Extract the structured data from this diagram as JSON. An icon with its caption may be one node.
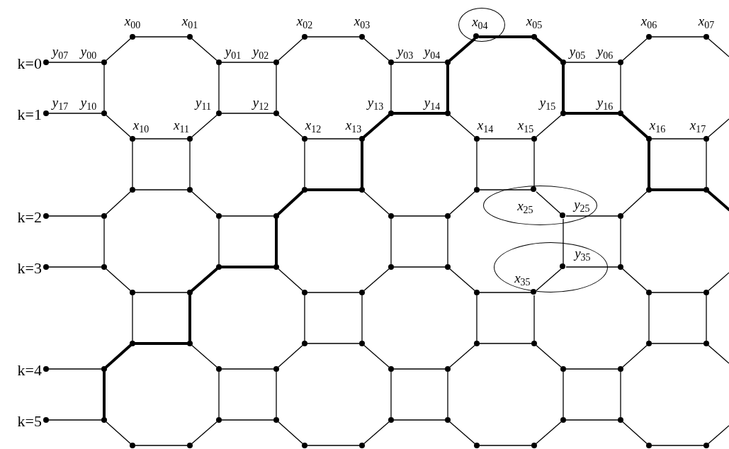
{
  "diagram": {
    "nodes": [
      {
        "text": [
          "*x*$_{00}$"
        ]
      },
      {
        "text": [
          "*x*$_{01}$"
        ]
      },
      {
        "text": [
          "*x*$_{02}$"
        ]
      },
      {
        "text": [
          "*x*$_{03}$"
        ]
      },
      {
        "text": [
          "*x*$_{04}$"
        ]
      },
      {
        "text": [],
        "shape": "circle",
        "in": 4
      },
      {
        "text": [
          "*x*$_{05}$"
        ]
      },
      {
        "text": [
          "*x*$_{06}$"
        ]
      },
      {
        "text": [
          "*x*$_{07}$"
        ]
      },
      {
        "text": [
          "*y*$_{07}$"
        ],
        "beside": [
          "k=0"
        ]
      },
      {
        "text": [
          "*y*$_{00}$"
        ]
      },
      {
        "text": [
          "*y*$_{01}$"
        ]
      },
      {
        "text": [
          "*y*$_{02}$"
        ]
      },
      {
        "text": [
          "*y*$_{03}$"
        ]
      },
      {
        "text": [
          "*y*$_{04}$"
        ]
      },
      {
        "text": [
          "*y*$_{05}$"
        ]
      },
      {
        "text": [
          "*y*$_{06}$"
        ]
      },
      {
        "text": [
          "*y*$_{17}$"
        ],
        "beside": [
          "k=1"
        ]
      },
      {
        "text": [
          "*y*$_{10}$"
        ]
      },
      {
        "text": [
          "*y*$_{11}$"
        ]
      },
      {
        "text": [
          "*y*$_{12}$"
        ]
      },
      {
        "text": [
          "*y*$_{13}$"
        ]
      },
      {
        "text": [
          "*y*$_{14}$"
        ]
      },
      {
        "text": [
          "*y*$_{15}$"
        ]
      },
      {
        "text": [
          "*y*$_{16}$"
        ]
      },
      {
        "text": [
          "*x*$_{10}$"
        ]
      },
      {
        "text": [
          "*x*$_{11}$"
        ]
      },
      {
        "text": [
          "*x*$_{12}$"
        ]
      },
      {
        "text": [
          "*x*$_{13}$"
        ]
      },
      {
        "text": [
          "*x*$_{14}$"
        ]
      },
      {
        "text": [
          "*x*$_{15}$"
        ]
      },
      {
        "text": [
          "*x*$_{16}$"
        ]
      },
      {
        "text": [
          "*x*$_{17}$"
        ]
      },
      {
        "text": [],
        "shape": "circle"
      },
      {
        "text": [],
        "shape": "circle"
      },
      {
        "text": [],
        "shape": "circle"
      },
      {
        "text": [],
        "shape": "circle"
      },
      {
        "text": [],
        "shape": "circle"
      },
      {
        "text": [
          "*x*$_{25}$",
          "*y*$_{25}$"
        ]
      },
      {
        "text": [],
        "shape": "circle",
        "in": 38
      },
      {
        "text": [],
        "shape": "circle"
      },
      {
        "text": [],
        "shape": "circle"
      },
      {
        "text": [],
        "shape": "circle",
        "beside": [
          "k=2"
        ]
      },
      {
        "text": [],
        "shape": "circle"
      },
      {
        "text": [],
        "shape": "circle"
      },
      {
        "text": [],
        "shape": "circle"
      },
      {
        "text": [],
        "shape": "circle"
      },
      {
        "text": [],
        "shape": "circle"
      },
      {
        "text": [],
        "shape": "circle",
        "in": 38
      },
      {
        "text": [],
        "shape": "circle"
      },
      {
        "text": [],
        "shape": "circle",
        "beside": [
          "k=3"
        ]
      },
      {
        "text": [],
        "shape": "circle"
      },
      {
        "text": [],
        "shape": "circle"
      },
      {
        "text": [],
        "shape": "circle"
      },
      {
        "text": [],
        "shape": "circle"
      },
      {
        "text": [],
        "shape": "circle"
      },
      {
        "text": [
          "*y*$_{35}$",
          "*x*$_{35}$"
        ]
      },
      {
        "text": [],
        "shape": "circle",
        "in": 56
      },
      {
        "text": [],
        "shape": "circle"
      },
      {
        "text": [],
        "shape": "circle"
      },
      {
        "text": [],
        "shape": "circle"
      },
      {
        "text": [],
        "shape": "circle"
      },
      {
        "text": [],
        "shape": "circle"
      },
      {
        "text": [],
        "shape": "circle"
      },
      {
        "text": [],
        "shape": "circle",
        "in": 56
      },
      {
        "text": [],
        "shape": "circle"
      },
      {
        "text": [],
        "shape": "circle"
      },
      {
        "text": [],
        "shape": "circle"
      },
      {
        "text": [],
        "shape": "circle"
      },
      {
        "text": [],
        "shape": "circle"
      },
      {
        "text": [],
        "shape": "circle"
      },
      {
        "text": [],
        "shape": "circle"
      },
      {
        "text": [],
        "shape": "circle"
      },
      {
        "text": [],
        "shape": "circle"
      },
      {
        "text": [],
        "shape": "circle"
      },
      {
        "text": [],
        "shape": "circle",
        "beside": [
          "k=4"
        ]
      },
      {
        "text": [],
        "shape": "circle"
      },
      {
        "text": [],
        "shape": "circle"
      },
      {
        "text": [],
        "shape": "circle"
      },
      {
        "text": [],
        "shape": "circle"
      },
      {
        "text": [],
        "shape": "circle"
      },
      {
        "text": [],
        "shape": "circle"
      },
      {
        "text": [],
        "shape": "circle"
      },
      {
        "text": [],
        "shape": "circle",
        "beside": [
          "k=5"
        ]
      },
      {
        "text": [],
        "shape": "circle"
      },
      {
        "text": [],
        "shape": "circle"
      },
      {
        "text": [],
        "shape": "circle"
      },
      {
        "text": [],
        "shape": "circle"
      },
      {
        "text": [],
        "shape": "circle"
      },
      {
        "text": [],
        "shape": "circle"
      },
      {
        "text": [],
        "shape": "circle"
      },
      {
        "text": [],
        "shape": "circle"
      },
      {
        "text": [],
        "shape": "circle"
      },
      {
        "text": [],
        "shape": "circle"
      },
      {
        "text": [],
        "shape": "circle"
      },
      {
        "text": [],
        "shape": "circle"
      },
      {
        "text": [],
        "shape": "circle"
      },
      {
        "text": [],
        "shape": "circle"
      },
      {
        "text": [],
        "shape": "circle"
      }
    ],
    "edges": [
      {
        "from": 0,
        "to": 1,
        "arrow": "none"
      },
      {
        "from": 2,
        "to": 3,
        "arrow": "none"
      },
      {
        "from": 5,
        "to": 6,
        "arrow": "none",
        "style": "thick"
      },
      {
        "from": 7,
        "to": 8,
        "arrow": "none"
      },
      {
        "from": 25,
        "to": 26,
        "arrow": "none"
      },
      {
        "from": 27,
        "to": 28,
        "arrow": "none"
      },
      {
        "from": 29,
        "to": 30,
        "arrow": "none"
      },
      {
        "from": 31,
        "to": 32,
        "arrow": "none"
      },
      {
        "from": 33,
        "to": 34,
        "arrow": "none"
      },
      {
        "from": 35,
        "to": 36,
        "arrow": "none",
        "style": "thick"
      },
      {
        "from": 37,
        "to": 39,
        "arrow": "none"
      },
      {
        "from": 40,
        "to": 41,
        "arrow": "none",
        "style": "thick"
      },
      {
        "from": 59,
        "to": 60,
        "arrow": "none"
      },
      {
        "from": 61,
        "to": 62,
        "arrow": "none"
      },
      {
        "from": 63,
        "to": 64,
        "arrow": "none"
      },
      {
        "from": 65,
        "to": 66,
        "arrow": "none"
      },
      {
        "from": 67,
        "to": 68,
        "arrow": "none",
        "style": "thick"
      },
      {
        "from": 69,
        "to": 70,
        "arrow": "none"
      },
      {
        "from": 71,
        "to": 72,
        "arrow": "none"
      },
      {
        "from": 73,
        "to": 74,
        "arrow": "none"
      },
      {
        "from": 91,
        "to": 92,
        "arrow": "none"
      },
      {
        "from": 93,
        "to": 94,
        "arrow": "none"
      },
      {
        "from": 95,
        "to": 96,
        "arrow": "none"
      },
      {
        "from": 97,
        "to": 98,
        "arrow": "none"
      },
      {
        "from": 9,
        "to": 10,
        "arrow": "none"
      },
      {
        "from": 11,
        "to": 12,
        "arrow": "none"
      },
      {
        "from": 13,
        "to": 14,
        "arrow": "none"
      },
      {
        "from": 15,
        "to": 16,
        "arrow": "none"
      },
      {
        "from": 17,
        "to": 18,
        "arrow": "none"
      },
      {
        "from": 19,
        "to": 20,
        "arrow": "none"
      },
      {
        "from": 21,
        "to": 22,
        "arrow": "none",
        "style": "thick"
      },
      {
        "from": 23,
        "to": 24,
        "arrow": "none",
        "style": "thick"
      },
      {
        "from": 42,
        "to": 43,
        "arrow": "none"
      },
      {
        "from": 44,
        "to": 45,
        "arrow": "none"
      },
      {
        "from": 46,
        "to": 47,
        "arrow": "none"
      },
      {
        "from": 48,
        "to": 49,
        "arrow": "none"
      },
      {
        "from": 50,
        "to": 51,
        "arrow": "none"
      },
      {
        "from": 52,
        "to": 53,
        "arrow": "none",
        "style": "thick"
      },
      {
        "from": 54,
        "to": 55,
        "arrow": "none"
      },
      {
        "from": 57,
        "to": 58,
        "arrow": "none"
      },
      {
        "from": 75,
        "to": 76,
        "arrow": "none"
      },
      {
        "from": 77,
        "to": 78,
        "arrow": "none"
      },
      {
        "from": 79,
        "to": 80,
        "arrow": "none"
      },
      {
        "from": 81,
        "to": 82,
        "arrow": "none"
      },
      {
        "from": 83,
        "to": 84,
        "arrow": "none"
      },
      {
        "from": 85,
        "to": 86,
        "arrow": "none"
      },
      {
        "from": 87,
        "to": 88,
        "arrow": "none"
      },
      {
        "from": 89,
        "to": 90,
        "arrow": "none"
      },
      {
        "from": 10,
        "to": 18,
        "arrow": "none"
      },
      {
        "from": 11,
        "to": 19,
        "arrow": "none"
      },
      {
        "from": 12,
        "to": 20,
        "arrow": "none"
      },
      {
        "from": 13,
        "to": 21,
        "arrow": "none"
      },
      {
        "from": 14,
        "to": 22,
        "arrow": "none",
        "style": "thick"
      },
      {
        "from": 15,
        "to": 23,
        "arrow": "none",
        "style": "thick"
      },
      {
        "from": 16,
        "to": 24,
        "arrow": "none"
      },
      {
        "from": 43,
        "to": 51,
        "arrow": "none"
      },
      {
        "from": 44,
        "to": 52,
        "arrow": "none"
      },
      {
        "from": 45,
        "to": 53,
        "arrow": "none",
        "style": "thick"
      },
      {
        "from": 46,
        "to": 54,
        "arrow": "none"
      },
      {
        "from": 47,
        "to": 55,
        "arrow": "none"
      },
      {
        "from": 48,
        "to": 57,
        "arrow": "none"
      },
      {
        "from": 49,
        "to": 58,
        "arrow": "none"
      },
      {
        "from": 76,
        "to": 84,
        "arrow": "none",
        "style": "thick"
      },
      {
        "from": 77,
        "to": 85,
        "arrow": "none"
      },
      {
        "from": 78,
        "to": 86,
        "arrow": "none"
      },
      {
        "from": 79,
        "to": 87,
        "arrow": "none"
      },
      {
        "from": 80,
        "to": 88,
        "arrow": "none"
      },
      {
        "from": 81,
        "to": 89,
        "arrow": "none"
      },
      {
        "from": 82,
        "to": 90,
        "arrow": "none"
      },
      {
        "from": 25,
        "to": 33,
        "arrow": "none"
      },
      {
        "from": 26,
        "to": 34,
        "arrow": "none"
      },
      {
        "from": 27,
        "to": 35,
        "arrow": "none"
      },
      {
        "from": 28,
        "to": 36,
        "arrow": "none",
        "style": "thick"
      },
      {
        "from": 29,
        "to": 37,
        "arrow": "none"
      },
      {
        "from": 30,
        "to": 39,
        "arrow": "none"
      },
      {
        "from": 31,
        "to": 40,
        "arrow": "none",
        "style": "thick"
      },
      {
        "from": 32,
        "to": 41,
        "arrow": "none"
      },
      {
        "from": 59,
        "to": 67,
        "arrow": "none"
      },
      {
        "from": 60,
        "to": 68,
        "arrow": "none",
        "style": "thick"
      },
      {
        "from": 61,
        "to": 69,
        "arrow": "none"
      },
      {
        "from": 62,
        "to": 70,
        "arrow": "none"
      },
      {
        "from": 63,
        "to": 71,
        "arrow": "none"
      },
      {
        "from": 64,
        "to": 72,
        "arrow": "none"
      },
      {
        "from": 65,
        "to": 73,
        "arrow": "none"
      },
      {
        "from": 66,
        "to": 74,
        "arrow": "none"
      },
      {
        "from": 0,
        "to": 10,
        "arrow": "none"
      },
      {
        "from": 1,
        "to": 11,
        "arrow": "none"
      },
      {
        "from": 2,
        "to": 12,
        "arrow": "none"
      },
      {
        "from": 3,
        "to": 13,
        "arrow": "none"
      },
      {
        "from": 5,
        "to": 14,
        "arrow": "none",
        "style": "thick"
      },
      {
        "from": 6,
        "to": 15,
        "arrow": "none",
        "style": "thick"
      },
      {
        "from": 7,
        "to": 16,
        "arrow": "none"
      },
      {
        "from": 8,
        "to": null,
        "arrow": "none"
      },
      {
        "from": 25,
        "to": 18,
        "arrow": "none"
      },
      {
        "from": 26,
        "to": 19,
        "arrow": "none"
      },
      {
        "from": 27,
        "to": 20,
        "arrow": "none"
      },
      {
        "from": 28,
        "to": 21,
        "arrow": "none",
        "style": "thick"
      },
      {
        "from": 29,
        "to": 22,
        "arrow": "none"
      },
      {
        "from": 30,
        "to": 23,
        "arrow": "none"
      },
      {
        "from": 31,
        "to": 24,
        "arrow": "none",
        "style": "thick"
      },
      {
        "from": 32,
        "to": null,
        "arrow": "none"
      },
      {
        "from": 33,
        "to": 43,
        "arrow": "none"
      },
      {
        "from": 34,
        "to": 44,
        "arrow": "none"
      },
      {
        "from": 35,
        "to": 45,
        "arrow": "none",
        "style": "thick"
      },
      {
        "from": 36,
        "to": 46,
        "arrow": "none"
      },
      {
        "from": 37,
        "to": 47,
        "arrow": "none"
      },
      {
        "from": 39,
        "to": 48,
        "arrow": "none"
      },
      {
        "from": 40,
        "to": 49,
        "arrow": "none"
      },
      {
        "from": 41,
        "to": null,
        "arrow": "none",
        "style": "thick"
      },
      {
        "from": 59,
        "to": 51,
        "arrow": "none"
      },
      {
        "from": 60,
        "to": 52,
        "arrow": "none",
        "style": "thick"
      },
      {
        "from": 61,
        "to": 53,
        "arrow": "none"
      },
      {
        "from": 62,
        "to": 54,
        "arrow": "none"
      },
      {
        "from": 63,
        "to": 55,
        "arrow": "none"
      },
      {
        "from": 64,
        "to": 57,
        "arrow": "none"
      },
      {
        "from": 65,
        "to": 58,
        "arrow": "none"
      },
      {
        "from": 66,
        "to": null,
        "arrow": "none"
      },
      {
        "from": 67,
        "to": 76,
        "arrow": "none",
        "style": "thick"
      },
      {
        "from": 68,
        "to": 77,
        "arrow": "none"
      },
      {
        "from": 69,
        "to": 78,
        "arrow": "none"
      },
      {
        "from": 70,
        "to": 79,
        "arrow": "none"
      },
      {
        "from": 71,
        "to": 80,
        "arrow": "none"
      },
      {
        "from": 72,
        "to": 81,
        "arrow": "none"
      },
      {
        "from": 73,
        "to": 82,
        "arrow": "none"
      },
      {
        "from": 74,
        "to": null,
        "arrow": "none"
      },
      {
        "from": 91,
        "to": 84,
        "arrow": "none"
      },
      {
        "from": 92,
        "to": 85,
        "arrow": "none"
      },
      {
        "from": 93,
        "to": 86,
        "arrow": "none"
      },
      {
        "from": 94,
        "to": 87,
        "arrow": "none"
      },
      {
        "from": 95,
        "to": 88,
        "arrow": "none"
      },
      {
        "from": 96,
        "to": 89,
        "arrow": "none"
      },
      {
        "from": 97,
        "to": 90,
        "arrow": "none"
      },
      {
        "from": 98,
        "to": null,
        "arrow": "none"
      }
    ]
  }
}
